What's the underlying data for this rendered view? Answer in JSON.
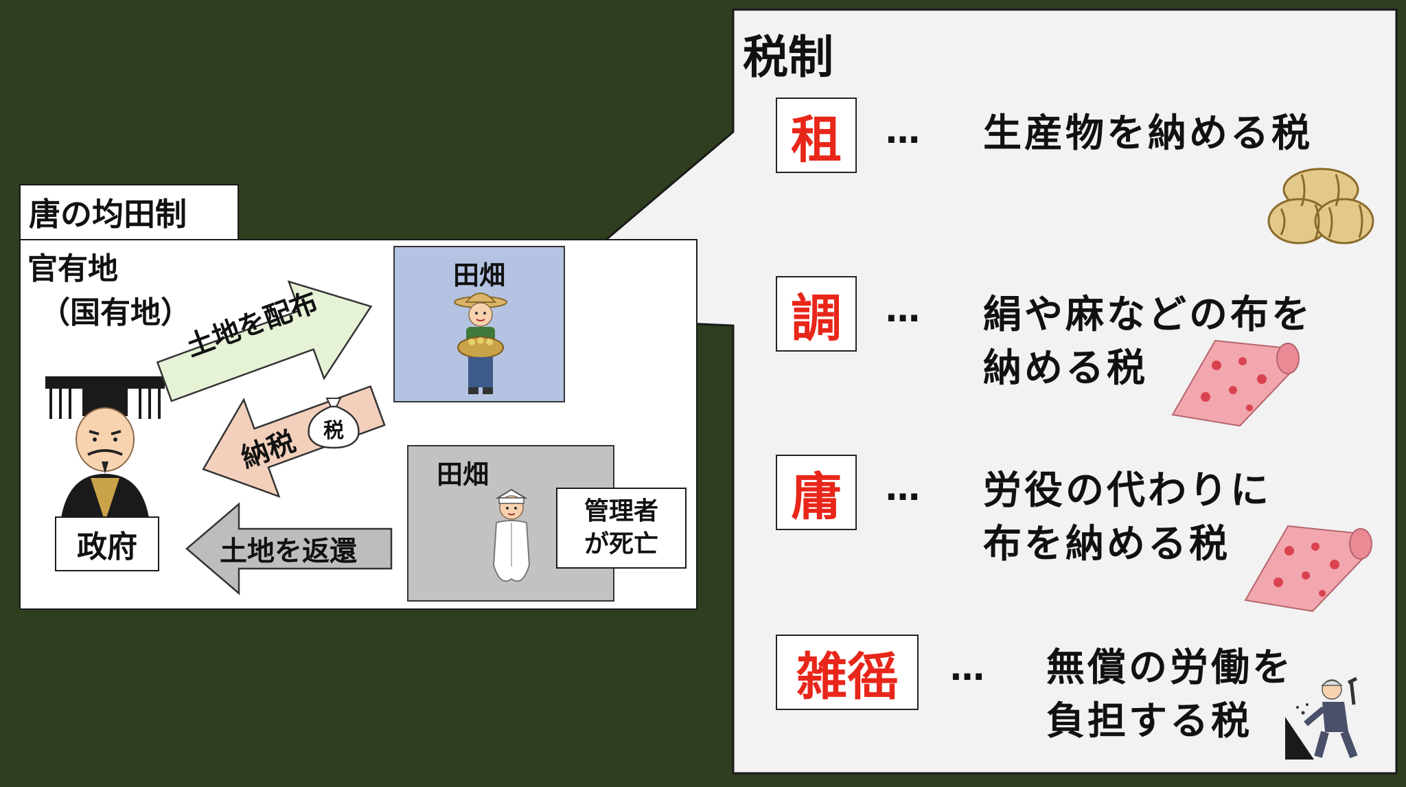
{
  "left": {
    "title": "唐の均田制",
    "state_land_line1": "官有地",
    "state_land_line2": "（国有地）",
    "field_top_label": "田畑",
    "field_bottom_label": "田畑",
    "arrow_distribute": "土地を配布",
    "arrow_tax": "納税",
    "bag_label": "税",
    "arrow_return": "土地を返還",
    "government": "政府",
    "death_note_line1": "管理者",
    "death_note_line2": "が死亡"
  },
  "right": {
    "title": "税制",
    "items": [
      {
        "term": "租",
        "ellipsis": "…",
        "desc_line1": "生産物を納める税",
        "desc_line2": "",
        "icon": "rice-bales-icon"
      },
      {
        "term": "調",
        "ellipsis": "…",
        "desc_line1": "絹や麻などの布を",
        "desc_line2": "納める税",
        "icon": "cloth-roll-icon"
      },
      {
        "term": "庸",
        "ellipsis": "…",
        "desc_line1": "労役の代わりに",
        "desc_line2": "布を納める税",
        "icon": "cloth-roll-icon"
      },
      {
        "term": "雑徭",
        "ellipsis": "…",
        "desc_line1": "無償の労働を",
        "desc_line2": "負担する税",
        "icon": "laborer-icon"
      }
    ]
  },
  "colors": {
    "background": "#2e3e1f",
    "term_red": "#e8261a",
    "field_blue": "#b4c3e2",
    "field_gray": "#c2c2c2",
    "arrow_green": "#e6f2d6",
    "arrow_peach": "#f3d0bc",
    "arrow_gray": "#bdbdbd"
  }
}
